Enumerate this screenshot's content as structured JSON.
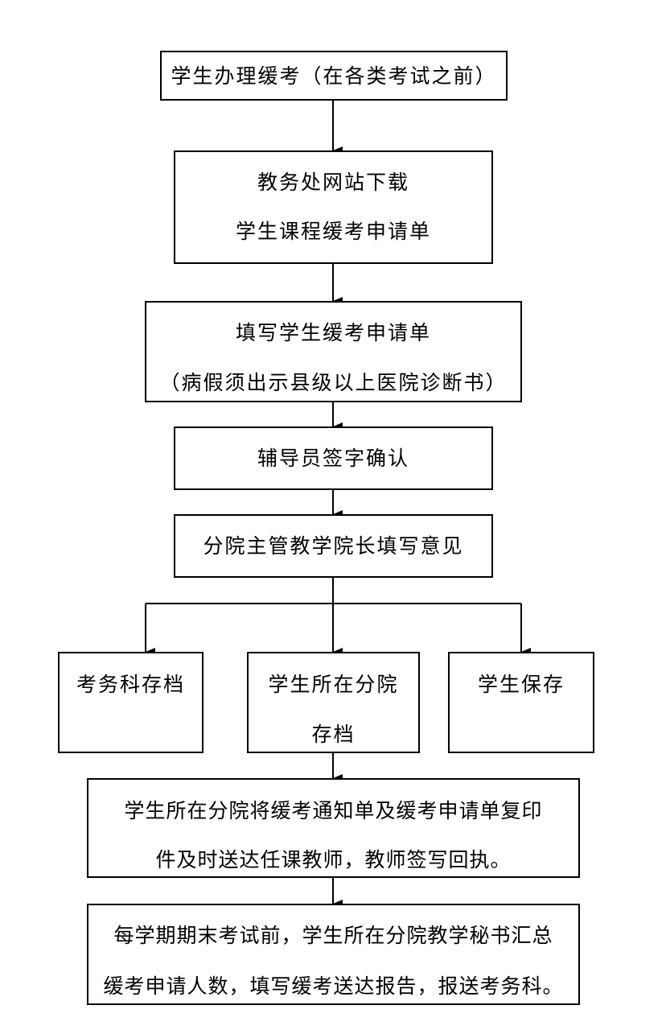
{
  "flowchart": {
    "step1": "学生办理缓考（在各类考试之前）",
    "step2": {
      "line1": "教务处网站下载",
      "line2": "学生课程缓考申请单"
    },
    "step3": {
      "line1": "填写学生缓考申请单",
      "line2": "（病假须出示县级以上医院诊断书）"
    },
    "step4": "辅导员签字确认",
    "step5": "分院主管教学院长填写意见",
    "branches": {
      "left": "考务科存档",
      "middle": {
        "line1": "学生所在分院",
        "line2": "存档"
      },
      "right": "学生保存"
    },
    "step6": {
      "line1": "学生所在分院将缓考通知单及缓考申请单复印",
      "line2": "件及时送达任课教师，教师签写回执。"
    },
    "step7": {
      "line1": "每学期期末考试前，学生所在分院教学秘书汇总",
      "line2": "缓考申请人数，填写缓考送达报告，报送考务科。"
    }
  }
}
